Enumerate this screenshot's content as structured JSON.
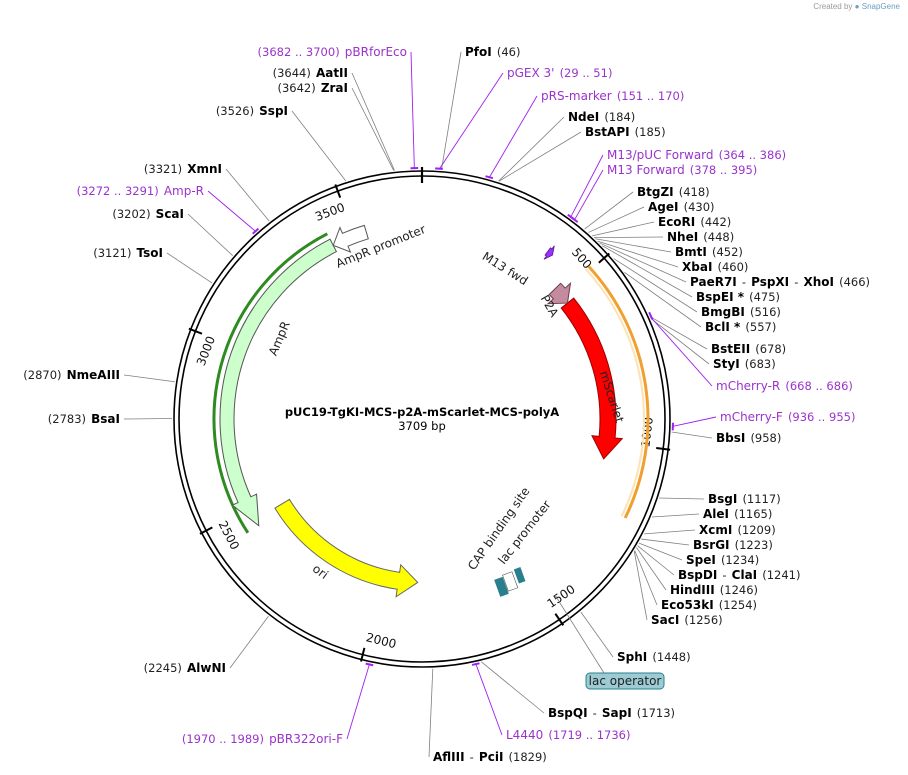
{
  "credit": {
    "prefix": "Created by",
    "brand": "SnapGene"
  },
  "plasmid": {
    "name": "pUC19-TgKI-MCS-p2A-mScarlet-MCS-polyA",
    "size_label": "3709 bp"
  },
  "colors": {
    "ampr": "#ccffcc",
    "ampr_edge": "#2e8b20",
    "ori": "#ffff00",
    "mscarlet": "#ff0000",
    "p2a": "#c48a9e",
    "m13fwd": "#9b30ff",
    "lac": "#2a7f8f",
    "lac_operator_bg": "#9ccbd3",
    "primer": "#9a33cc",
    "lac_promoter_arc": "#f0a030"
  },
  "ticks": [
    "500",
    "1000",
    "1500",
    "2000",
    "2500",
    "3000",
    "3500"
  ],
  "features": {
    "ampr": "AmpR",
    "ampr_promoter": "AmpR promoter",
    "ori": "ori",
    "mscarlet": "mScarlet",
    "p2a": "P2A",
    "m13_fwd": "M13 fwd",
    "cap": "CAP binding site",
    "lac_promoter": "lac promoter",
    "lac_operator": "lac operator"
  },
  "labels": [
    {
      "id": "pBRforEco",
      "type": "primer",
      "name": "pBRforEco",
      "num": "(3682 .. 3700)"
    },
    {
      "id": "PfoI",
      "type": "enzyme",
      "name": "PfoI",
      "num": "(46)"
    },
    {
      "id": "AatII",
      "type": "enzyme",
      "name": "AatII",
      "num": "(3644)"
    },
    {
      "id": "pGEX3",
      "type": "primer",
      "name": "pGEX 3'",
      "num": "(29 .. 51)"
    },
    {
      "id": "ZraI",
      "type": "enzyme",
      "name": "ZraI",
      "num": "(3642)"
    },
    {
      "id": "pRSmarker",
      "type": "primer",
      "name": "pRS-marker",
      "num": "(151 .. 170)"
    },
    {
      "id": "SspI",
      "type": "enzyme",
      "name": "SspI",
      "num": "(3526)"
    },
    {
      "id": "NdeI",
      "type": "enzyme",
      "name": "NdeI",
      "num": "(184)"
    },
    {
      "id": "BstAPI",
      "type": "enzyme",
      "name": "BstAPI",
      "num": "(185)"
    },
    {
      "id": "M13pUC",
      "type": "primer",
      "name": "M13/pUC Forward",
      "num": "(364 .. 386)"
    },
    {
      "id": "XmnI",
      "type": "enzyme",
      "name": "XmnI",
      "num": "(3321)"
    },
    {
      "id": "M13Fwd",
      "type": "primer",
      "name": "M13 Forward",
      "num": "(378 .. 395)"
    },
    {
      "id": "AmpR_p",
      "type": "primer",
      "name": "Amp-R",
      "num": "(3272 .. 3291)"
    },
    {
      "id": "BtgZI",
      "type": "enzyme",
      "name": "BtgZI",
      "num": "(418)"
    },
    {
      "id": "ScaI",
      "type": "enzyme",
      "name": "ScaI",
      "num": "(3202)"
    },
    {
      "id": "AgeI",
      "type": "enzyme",
      "name": "AgeI",
      "num": "(430)"
    },
    {
      "id": "EcoRI",
      "type": "enzyme",
      "name": "EcoRI",
      "num": "(442)"
    },
    {
      "id": "NheI",
      "type": "enzyme",
      "name": "NheI",
      "num": "(448)"
    },
    {
      "id": "TsoI",
      "type": "enzyme",
      "name": "TsoI",
      "num": "(3121)"
    },
    {
      "id": "BmtI",
      "type": "enzyme",
      "name": "BmtI",
      "num": "(452)"
    },
    {
      "id": "XbaI",
      "type": "enzyme",
      "name": "XbaI",
      "num": "(460)"
    },
    {
      "id": "PaeR7I",
      "type": "enzyme",
      "name": "PaeR7I",
      "sep1": "-",
      "name2": "PspXI",
      "sep2": "-",
      "name3": "XhoI",
      "num": "(466)"
    },
    {
      "id": "BspEI",
      "type": "enzyme",
      "name": "BspEI *",
      "num": "(475)"
    },
    {
      "id": "BmgBI",
      "type": "enzyme",
      "name": "BmgBI",
      "num": "(516)"
    },
    {
      "id": "BclI",
      "type": "enzyme",
      "name": "BclI *",
      "num": "(557)"
    },
    {
      "id": "BstEII",
      "type": "enzyme",
      "name": "BstEII",
      "num": "(678)"
    },
    {
      "id": "StyI",
      "type": "enzyme",
      "name": "StyI",
      "num": "(683)"
    },
    {
      "id": "NmeAIII",
      "type": "enzyme",
      "name": "NmeAIII",
      "num": "(2870)"
    },
    {
      "id": "mCherryR",
      "type": "primer",
      "name": "mCherry-R",
      "num": "(668 .. 686)"
    },
    {
      "id": "BsaI",
      "type": "enzyme",
      "name": "BsaI",
      "num": "(2783)"
    },
    {
      "id": "mCherryF",
      "type": "primer",
      "name": "mCherry-F",
      "num": "(936 .. 955)"
    },
    {
      "id": "BbsI",
      "type": "enzyme",
      "name": "BbsI",
      "num": "(958)"
    },
    {
      "id": "BsgI",
      "type": "enzyme",
      "name": "BsgI",
      "num": "(1117)"
    },
    {
      "id": "AleI",
      "type": "enzyme",
      "name": "AleI",
      "num": "(1165)"
    },
    {
      "id": "XcmI",
      "type": "enzyme",
      "name": "XcmI",
      "num": "(1209)"
    },
    {
      "id": "BsrGI",
      "type": "enzyme",
      "name": "BsrGI",
      "num": "(1223)"
    },
    {
      "id": "SpeI",
      "type": "enzyme",
      "name": "SpeI",
      "num": "(1234)"
    },
    {
      "id": "BspDI",
      "type": "enzyme",
      "name": "BspDI",
      "sep1": "-",
      "name2": "ClaI",
      "num": "(1241)"
    },
    {
      "id": "HindIII",
      "type": "enzyme",
      "name": "HindIII",
      "num": "(1246)"
    },
    {
      "id": "Eco53kI",
      "type": "enzyme",
      "name": "Eco53kI",
      "num": "(1254)"
    },
    {
      "id": "SacI",
      "type": "enzyme",
      "name": "SacI",
      "num": "(1256)"
    },
    {
      "id": "SphI",
      "type": "enzyme",
      "name": "SphI",
      "num": "(1448)"
    },
    {
      "id": "AlwNI",
      "type": "enzyme",
      "name": "AlwNI",
      "num": "(2245)"
    },
    {
      "id": "BspQI",
      "type": "enzyme",
      "name": "BspQI",
      "sep1": "-",
      "name2": "SapI",
      "num": "(1713)"
    },
    {
      "id": "L4440",
      "type": "primer",
      "name": "L4440",
      "num": "(1719 .. 1736)"
    },
    {
      "id": "pBR322ori",
      "type": "primer",
      "name": "pBR322ori-F",
      "num": "(1970 .. 1989)"
    },
    {
      "id": "AflIII",
      "type": "enzyme",
      "name": "AflIII",
      "sep1": "-",
      "name2": "PciI",
      "num": "(1829)"
    }
  ]
}
